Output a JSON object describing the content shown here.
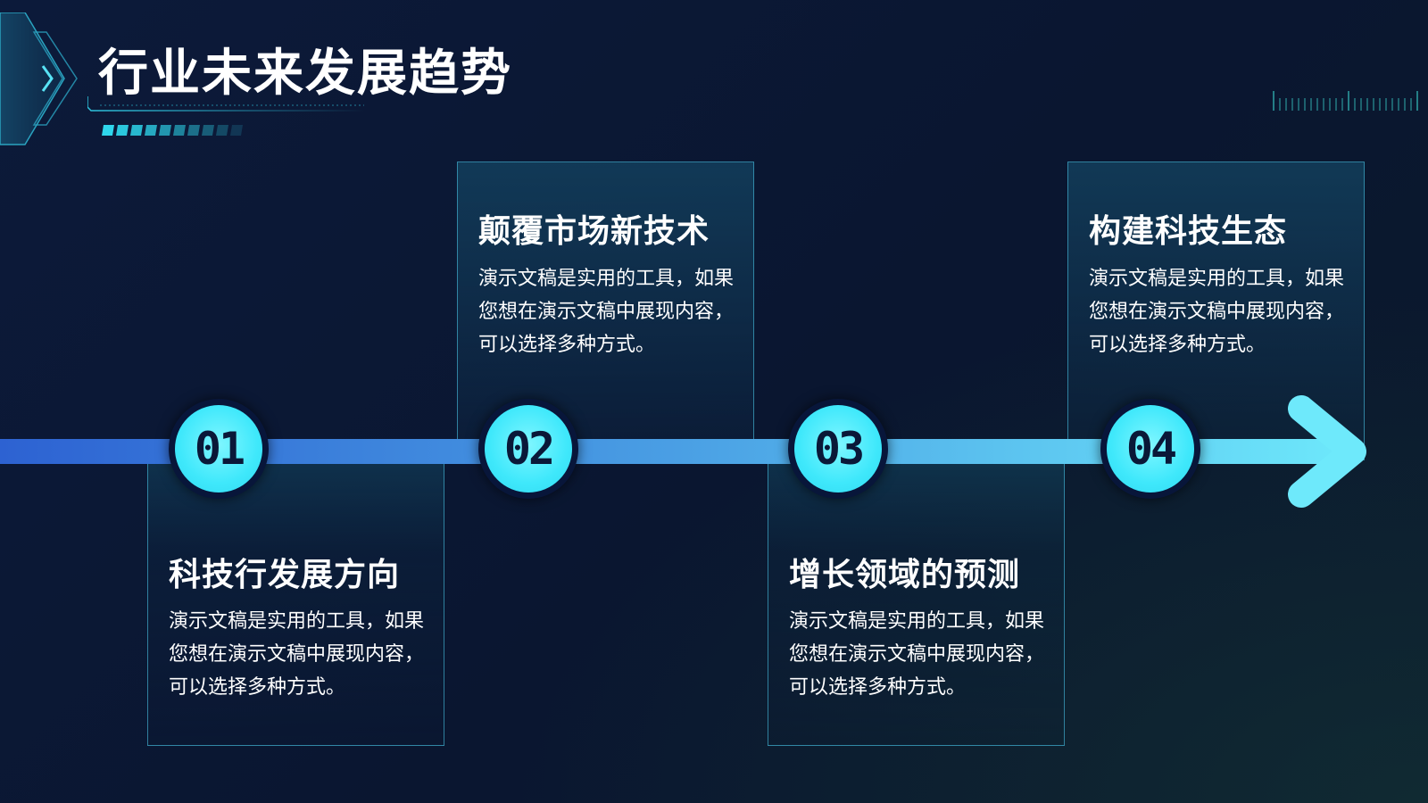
{
  "slide": {
    "title": "行业未来发展趋势"
  },
  "colors": {
    "background": "#0b1733",
    "accent_cyan": "#3fe8fb",
    "timeline_start": "#2d6fd6",
    "timeline_end": "#66e7fb",
    "card_border": "#3ea8c8"
  },
  "steps": [
    {
      "number": "01",
      "title": "科技行发展方向",
      "description": "演示文稿是实用的工具，如果您想在演示文稿中展现内容，可以选择多种方式。",
      "position": "below"
    },
    {
      "number": "02",
      "title": "颠覆市场新技术",
      "description": "演示文稿是实用的工具，如果您想在演示文稿中展现内容，可以选择多种方式。",
      "position": "above"
    },
    {
      "number": "03",
      "title": "增长领域的预测",
      "description": "演示文稿是实用的工具，如果您想在演示文稿中展现内容，可以选择多种方式。",
      "position": "below"
    },
    {
      "number": "04",
      "title": "构建科技生态",
      "description": "演示文稿是实用的工具，如果您想在演示文稿中展现内容，可以选择多种方式。",
      "position": "above"
    }
  ]
}
